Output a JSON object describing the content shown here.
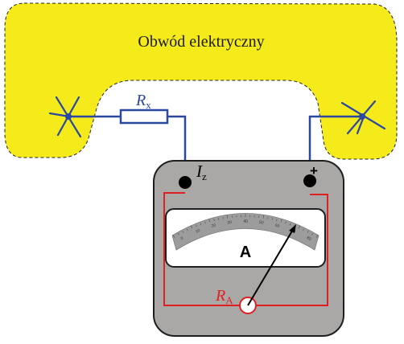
{
  "circuit": {
    "region_label": "Obwód elektryczny",
    "resistor": {
      "symbol": "R",
      "subscript": "x"
    }
  },
  "ammeter": {
    "unit_label": "A",
    "terminal_left": {
      "symbol": "I",
      "subscript": "z"
    },
    "terminal_right": {
      "symbol": "+"
    },
    "internal_resistance": {
      "symbol": "R",
      "subscript": "A"
    },
    "scale_ticks": [
      "0",
      "10",
      "20",
      "30",
      "40",
      "50",
      "60",
      "70",
      "80"
    ]
  },
  "colors": {
    "region_fill": "#f5ea1a",
    "wire": "#2a48a0",
    "meter_body": "#a9a8a6",
    "internal_wire": "#e02020",
    "scale": "#9c9c9c"
  }
}
